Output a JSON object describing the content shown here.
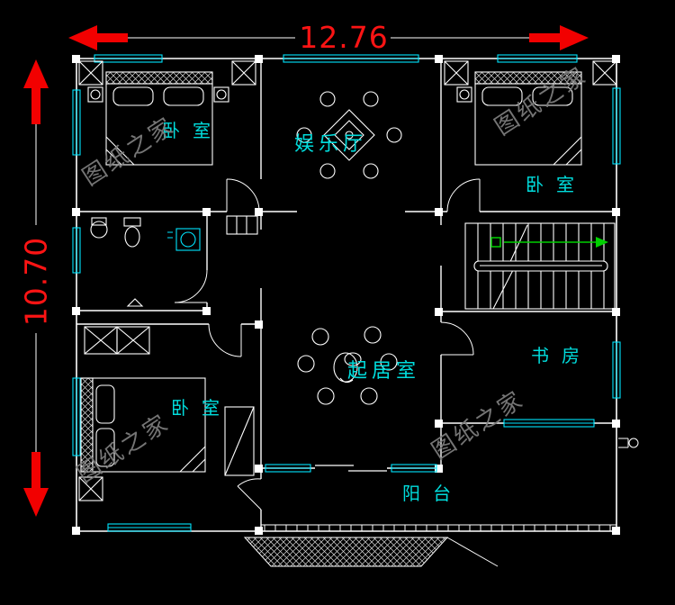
{
  "dimensions": {
    "width": "12.76",
    "height": "10.70"
  },
  "rooms": {
    "bedroom_top_left": "卧室",
    "entertainment_room": "娱乐厅",
    "bedroom_top_right": "卧室",
    "bedroom_bottom_left": "卧室",
    "living_room": "起居室",
    "study": "书房",
    "balcony": "阳台"
  },
  "watermark": "图纸之家",
  "colors": {
    "background": "#000000",
    "wall": "#ffffff",
    "window": "#00e5ff",
    "label": "#00dcdc",
    "dimension": "#fb1414",
    "stairs_arrow": "#00d000",
    "watermark_gray": "#7c7c7c"
  }
}
